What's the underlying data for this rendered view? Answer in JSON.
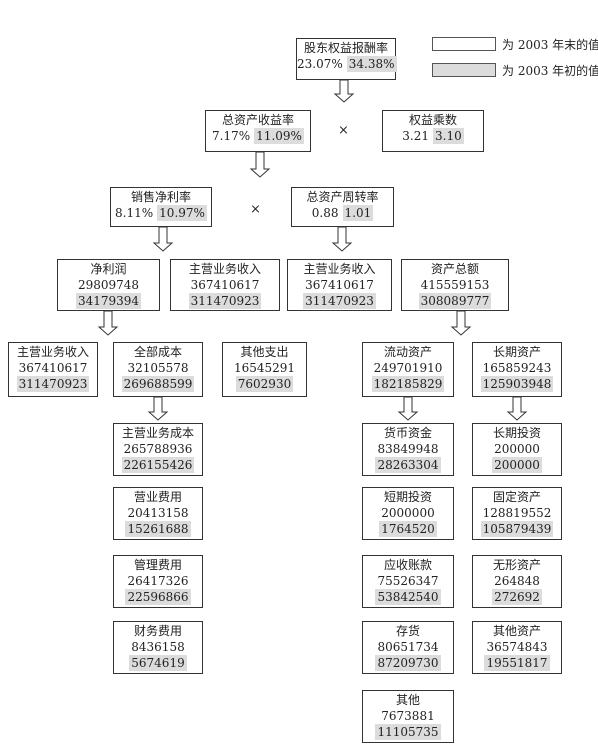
{
  "legend": {
    "end_label": "为 2003 年末的值",
    "start_label": "为 2003 年初的值",
    "start_color": "#dcdcdc"
  },
  "operators": {
    "times": "×"
  },
  "roe": {
    "title": "股东权益报酬率",
    "end": "23.07%",
    "start": "34.38%"
  },
  "roa": {
    "title": "总资产收益率",
    "end": "7.17%",
    "start": "11.09%"
  },
  "equity_multiplier": {
    "title": "权益乘数",
    "end": "3.21",
    "start": "3.10"
  },
  "net_margin": {
    "title": "销售净利率",
    "end": "8.11%",
    "start": "10.97%"
  },
  "asset_turnover": {
    "title": "总资产周转率",
    "end": "0.88",
    "start": "1.01"
  },
  "net_profit": {
    "title": "净利润",
    "end": "29809748",
    "start": "34179394"
  },
  "revenue_a": {
    "title": "主营业务收入",
    "end": "367410617",
    "start": "311470923"
  },
  "revenue_b": {
    "title": "主营业务收入",
    "end": "367410617",
    "start": "311470923"
  },
  "total_assets": {
    "title": "资产总额",
    "end": "415559153",
    "start": "308089777"
  },
  "revenue_c": {
    "title": "主营业务收入",
    "end": "367410617",
    "start": "311470923"
  },
  "total_cost": {
    "title": "全部成本",
    "end": "32105578",
    "start": "269688599"
  },
  "other_expense": {
    "title": "其他支出",
    "end": "16545291",
    "start": "7602930"
  },
  "current_assets": {
    "title": "流动资产",
    "end": "249701910",
    "start": "182185829"
  },
  "longterm_assets": {
    "title": "长期资产",
    "end": "165859243",
    "start": "125903948"
  },
  "cogs": {
    "title": "主营业务成本",
    "end": "265788936",
    "start": "226155426"
  },
  "selling_exp": {
    "title": "营业费用",
    "end": "20413158",
    "start": "15261688"
  },
  "admin_exp": {
    "title": "管理费用",
    "end": "26417326",
    "start": "22596866"
  },
  "finance_exp": {
    "title": "财务费用",
    "end": "8436158",
    "start": "5674619"
  },
  "cash": {
    "title": "货币资金",
    "end": "83849948",
    "start": "28263304"
  },
  "st_invest": {
    "title": "短期投资",
    "end": "2000000",
    "start": "1764520"
  },
  "receivables": {
    "title": "应收账款",
    "end": "75526347",
    "start": "53842540"
  },
  "inventory": {
    "title": "存货",
    "end": "80651734",
    "start": "87209730"
  },
  "other_current": {
    "title": "其他",
    "end": "7673881",
    "start": "11105735"
  },
  "lt_invest": {
    "title": "长期投资",
    "end": "200000",
    "start": "200000"
  },
  "fixed_assets": {
    "title": "固定资产",
    "end": "128819552",
    "start": "105879439"
  },
  "intangible": {
    "title": "无形资产",
    "end": "264848",
    "start": "272692"
  },
  "other_assets": {
    "title": "其他资产",
    "end": "36574843",
    "start": "19551817"
  }
}
